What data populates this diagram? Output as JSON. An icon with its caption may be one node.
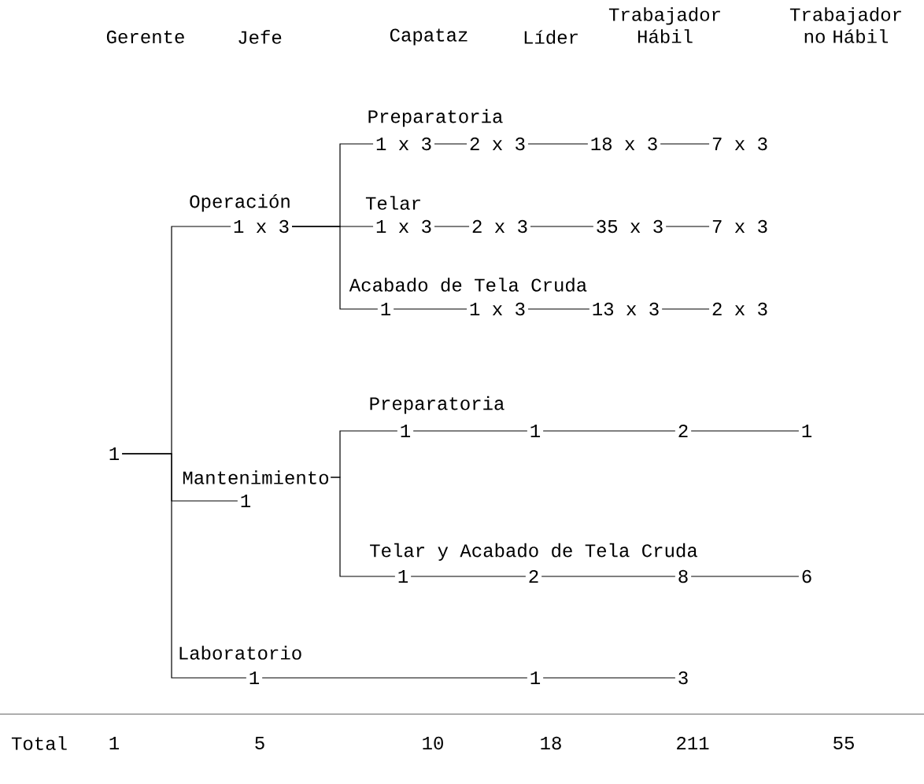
{
  "diagram": {
    "nodes": [
      {
        "text": [
          "1"
        ]
      },
      {
        "text": [
          "Operación",
          "1 x 3"
        ]
      },
      {
        "text": [
          "Mantenimiento",
          "1"
        ]
      },
      {
        "text": [
          "Laboratorio",
          "1"
        ]
      },
      {
        "text": [
          "Preparatoria",
          "1 x 3"
        ]
      },
      {
        "text": [
          "2 x 3"
        ]
      },
      {
        "text": [
          "18 x 3"
        ]
      },
      {
        "text": [
          "7 x 3"
        ]
      },
      {
        "text": [
          "Telar",
          "1 x 3"
        ]
      },
      {
        "text": [
          "2 x 3"
        ]
      },
      {
        "text": [
          "35 x 3"
        ]
      },
      {
        "text": [
          "7 x 3"
        ]
      },
      {
        "text": [
          "Acabado de Tela Cruda",
          "1"
        ]
      },
      {
        "text": [
          "1 x 3"
        ]
      },
      {
        "text": [
          "13 x 3"
        ]
      },
      {
        "text": [
          "2 x 3"
        ]
      },
      {
        "text": [
          "Preparatoria",
          "1"
        ]
      },
      {
        "text": [
          "1"
        ]
      },
      {
        "text": [
          "2"
        ]
      },
      {
        "text": [
          "1"
        ]
      },
      {
        "text": [
          "Telar y Acabado de Tela Cruda",
          "1"
        ]
      },
      {
        "text": [
          "2"
        ]
      },
      {
        "text": [
          "8"
        ]
      },
      {
        "text": [
          "6"
        ]
      },
      {
        "text": [
          "1"
        ]
      },
      {
        "text": [
          "3"
        ]
      }
    ],
    "edges": [
      {
        "from": 0,
        "to": 1,
        "arrow": "none"
      },
      {
        "from": 0,
        "to": 2,
        "arrow": "none"
      },
      {
        "from": 0,
        "to": 3,
        "arrow": "none"
      },
      {
        "from": 1,
        "to": 4,
        "arrow": "none"
      },
      {
        "from": 1,
        "to": 8,
        "arrow": "none"
      },
      {
        "from": 1,
        "to": 12,
        "arrow": "none"
      },
      {
        "from": 4,
        "to": 5,
        "arrow": "none"
      },
      {
        "from": 5,
        "to": 6,
        "arrow": "none"
      },
      {
        "from": 6,
        "to": 7,
        "arrow": "none"
      },
      {
        "from": 8,
        "to": 9,
        "arrow": "none"
      },
      {
        "from": 9,
        "to": 10,
        "arrow": "none"
      },
      {
        "from": 10,
        "to": 11,
        "arrow": "none"
      },
      {
        "from": 12,
        "to": 13,
        "arrow": "none"
      },
      {
        "from": 13,
        "to": 14,
        "arrow": "none"
      },
      {
        "from": 14,
        "to": 15,
        "arrow": "none"
      },
      {
        "from": 2,
        "to": 16,
        "arrow": "none"
      },
      {
        "from": 2,
        "to": 20,
        "arrow": "none"
      },
      {
        "from": 16,
        "to": 17,
        "arrow": "none"
      },
      {
        "from": 17,
        "to": 18,
        "arrow": "none"
      },
      {
        "from": 18,
        "to": 19,
        "arrow": "none"
      },
      {
        "from": 20,
        "to": 21,
        "arrow": "none"
      },
      {
        "from": 21,
        "to": 22,
        "arrow": "none"
      },
      {
        "from": 22,
        "to": 23,
        "arrow": "none"
      },
      {
        "from": 3,
        "to": 24,
        "arrow": "none"
      },
      {
        "from": 24,
        "to": 25,
        "arrow": "none"
      }
    ],
    "labels": [
      "Gerente",
      "Jefe",
      "Capataz",
      "Líder",
      "Trabajador Hábil",
      "Trabajador no Hábil",
      "Total",
      "1",
      "5",
      "10",
      "18",
      "211",
      "55"
    ]
  }
}
